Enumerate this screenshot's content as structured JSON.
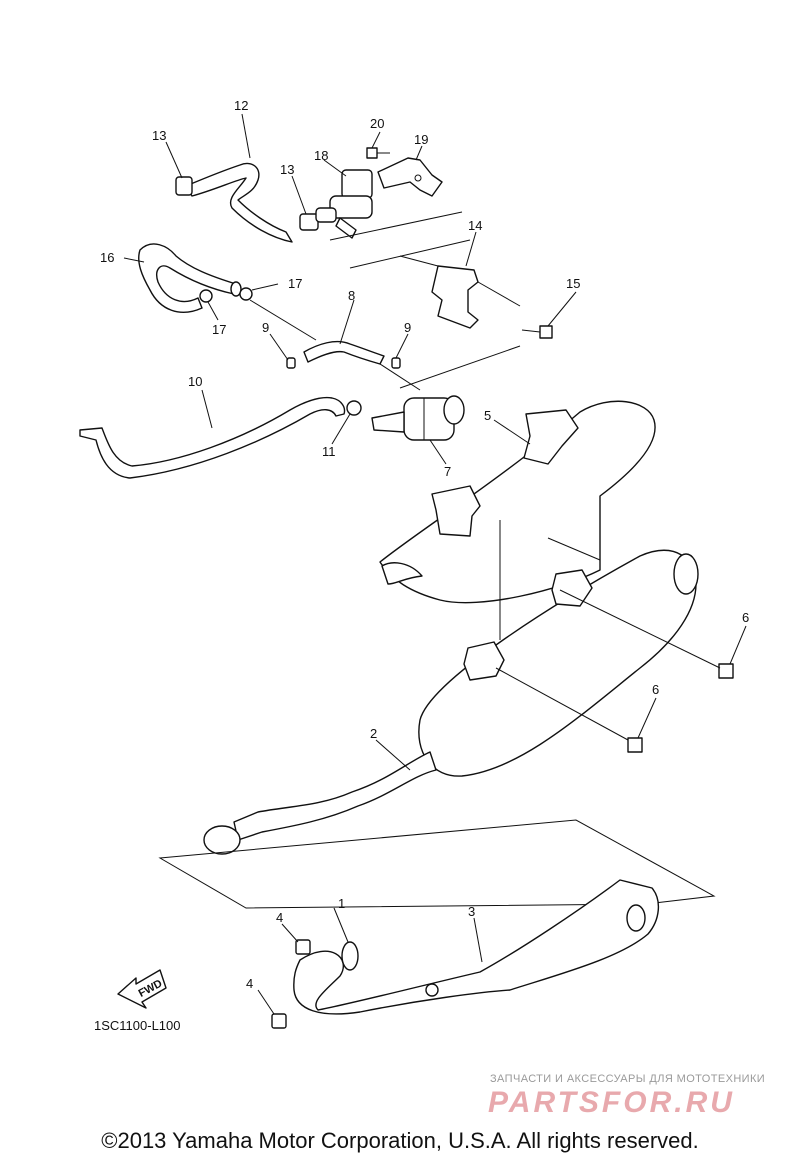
{
  "callouts": [
    {
      "id": "c1",
      "label": "1"
    },
    {
      "id": "c2",
      "label": "2"
    },
    {
      "id": "c3",
      "label": "3"
    },
    {
      "id": "c4a",
      "label": "4"
    },
    {
      "id": "c4b",
      "label": "4"
    },
    {
      "id": "c5",
      "label": "5"
    },
    {
      "id": "c6a",
      "label": "6"
    },
    {
      "id": "c6b",
      "label": "6"
    },
    {
      "id": "c7",
      "label": "7"
    },
    {
      "id": "c8",
      "label": "8"
    },
    {
      "id": "c9a",
      "label": "9"
    },
    {
      "id": "c9b",
      "label": "9"
    },
    {
      "id": "c10",
      "label": "10"
    },
    {
      "id": "c11",
      "label": "11"
    },
    {
      "id": "c12",
      "label": "12"
    },
    {
      "id": "c13a",
      "label": "13"
    },
    {
      "id": "c13b",
      "label": "13"
    },
    {
      "id": "c14",
      "label": "14"
    },
    {
      "id": "c15",
      "label": "15"
    },
    {
      "id": "c16",
      "label": "16"
    },
    {
      "id": "c17a",
      "label": "17"
    },
    {
      "id": "c17b",
      "label": "17"
    },
    {
      "id": "c18",
      "label": "18"
    },
    {
      "id": "c19",
      "label": "19"
    },
    {
      "id": "c20",
      "label": "20"
    }
  ],
  "diagram_code": "1SC1100-L100",
  "fwd_label": "FWD",
  "watermark": {
    "tagline": "ЗАПЧАСТИ И АКСЕССУАРЫ ДЛЯ МОТОТЕХНИКИ",
    "brand": "PARTSFOR.RU"
  },
  "copyright": "©2013 Yamaha Motor Corporation, U.S.A. All rights reserved."
}
